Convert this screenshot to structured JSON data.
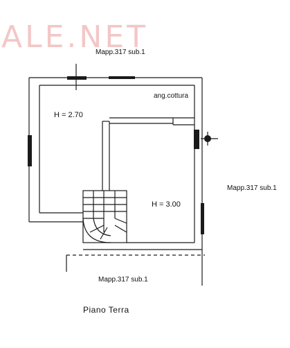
{
  "watermark": "ALE.NET",
  "labels": {
    "mapp_top": "Mapp.317 sub.1",
    "angolo_cottura": "ang.cottura",
    "height_left": "H = 2.70",
    "height_right": "H = 3.00",
    "mapp_right": "Mapp.317 sub.1",
    "mapp_bottom": "Mapp.317 sub.1",
    "floor_name": "Piano  Terra"
  },
  "colors": {
    "line": "#1a1a1a",
    "watermark": "#f3c7c7"
  }
}
